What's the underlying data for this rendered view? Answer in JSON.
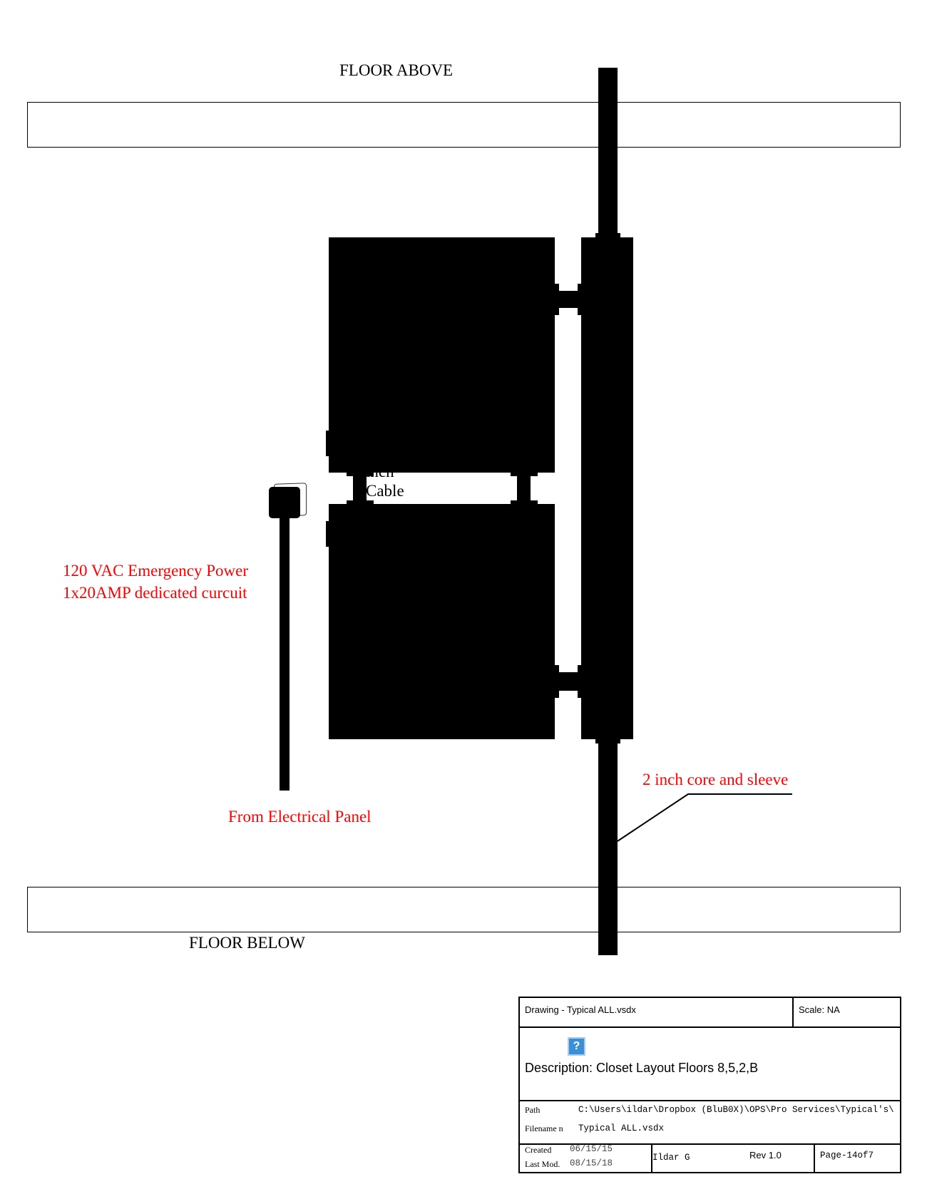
{
  "floors": {
    "above": "FLOOR ABOVE",
    "below": "FLOOR BELOW"
  },
  "labels": {
    "power_line1": "120 VAC Emergency Power",
    "power_line2": "1x20AMP dedicated curcuit",
    "from_panel": "From Electrical Panel",
    "core_sleeve": "2 inch core and sleeve",
    "cable_line1": "inch",
    "cable_line2": "Cable"
  },
  "colors": {
    "annotation": "#ff0000",
    "icon": "#3a8fd6"
  },
  "title_block": {
    "drawing": "Drawing - Typical ALL.vsdx",
    "scale": "Scale: NA",
    "placeholder_icon": "question-mark-image-icon",
    "description": "Description: Closet Layout Floors 8,5,2,B",
    "path_label": "Path",
    "path_value": "C:\\Users\\ildar\\Dropbox (BluB0X)\\OPS\\Pro Services\\Typical's\\",
    "filename_label": "Filename n",
    "filename_value": "Typical ALL.vsdx",
    "created_label": "Created",
    "created_value": "06/15/15",
    "lastmod_label": "Last Mod.",
    "lastmod_value": "08/15/18",
    "author": "Ildar G",
    "rev": "Rev 1.0",
    "page": "Page-14of7"
  }
}
